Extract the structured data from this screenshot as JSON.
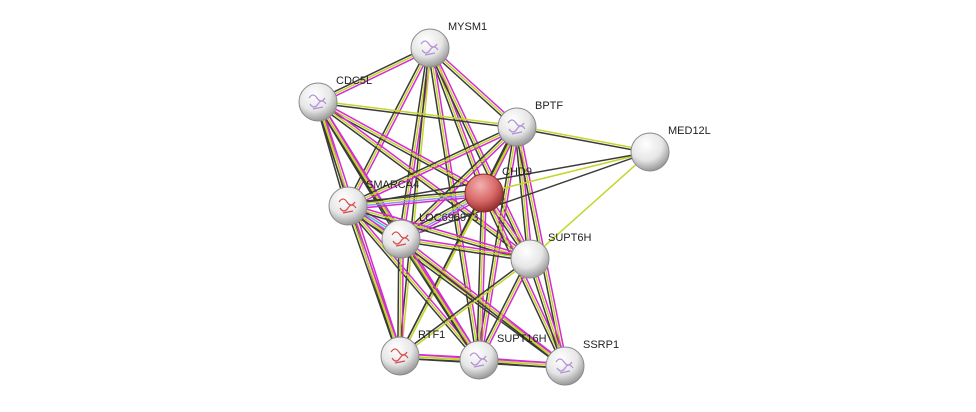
{
  "evidence_colors": {
    "e": "#d42ad4",
    "t": "#c4d62a",
    "c": "#3a3a3a",
    "d": "#3cc8c8",
    "h": "#8f8fff"
  },
  "nodes": [
    {
      "id": "MYSM1",
      "color": "#ffffff",
      "structure": "#b38fd6"
    },
    {
      "id": "CDC5L",
      "color": "#ffffff",
      "structure": "#b38fd6"
    },
    {
      "id": "BPTF",
      "color": "#ffffff",
      "structure": "#b38fd6"
    },
    {
      "id": "MED12L",
      "color": "#ffffff",
      "structure": ""
    },
    {
      "id": "CHD9",
      "color": "#e06060",
      "structure": ""
    },
    {
      "id": "SMARCA4",
      "color": "#ffffff",
      "structure": "#d84c4c"
    },
    {
      "id": "LOC696973",
      "color": "#ffffff",
      "structure": "#d84c4c"
    },
    {
      "id": "SUPT6H",
      "color": "#ffffff",
      "structure": ""
    },
    {
      "id": "RTF1",
      "color": "#ffffff",
      "structure": "#d84c4c"
    },
    {
      "id": "SUPT16H",
      "color": "#ffffff",
      "structure": "#b38fd6"
    },
    {
      "id": "SSRP1",
      "color": "#ffffff",
      "structure": "#b38fd6"
    }
  ],
  "edges": [
    [
      "MYSM1",
      "CDC5L",
      "etc"
    ],
    [
      "MYSM1",
      "BPTF",
      "etc"
    ],
    [
      "MYSM1",
      "CHD9",
      "etc"
    ],
    [
      "MYSM1",
      "SMARCA4",
      "etc"
    ],
    [
      "MYSM1",
      "LOC696973",
      "etc"
    ],
    [
      "MYSM1",
      "SUPT6H",
      "etc"
    ],
    [
      "MYSM1",
      "RTF1",
      "tc"
    ],
    [
      "MYSM1",
      "SUPT16H",
      "etc"
    ],
    [
      "CDC5L",
      "BPTF",
      "tc"
    ],
    [
      "CDC5L",
      "CHD9",
      "etc"
    ],
    [
      "CDC5L",
      "SMARCA4",
      "etc"
    ],
    [
      "CDC5L",
      "LOC696973",
      "etc"
    ],
    [
      "CDC5L",
      "SUPT6H",
      "etc"
    ],
    [
      "CDC5L",
      "RTF1",
      "etc"
    ],
    [
      "CDC5L",
      "SUPT16H",
      "etc"
    ],
    [
      "BPTF",
      "MED12L",
      "tc"
    ],
    [
      "BPTF",
      "CHD9",
      "etc"
    ],
    [
      "BPTF",
      "SMARCA4",
      "etc"
    ],
    [
      "BPTF",
      "LOC696973",
      "etc"
    ],
    [
      "BPTF",
      "SUPT6H",
      "etc"
    ],
    [
      "BPTF",
      "RTF1",
      "tc"
    ],
    [
      "BPTF",
      "SUPT16H",
      "etc"
    ],
    [
      "BPTF",
      "SSRP1",
      "etc"
    ],
    [
      "MED12L",
      "CHD9",
      "t"
    ],
    [
      "MED12L",
      "SMARCA4",
      "c"
    ],
    [
      "MED12L",
      "LOC696973",
      "c"
    ],
    [
      "MED12L",
      "SUPT6H",
      "t"
    ],
    [
      "CHD9",
      "SMARCA4",
      "ehtc"
    ],
    [
      "CHD9",
      "LOC696973",
      "ehtc"
    ],
    [
      "CHD9",
      "SUPT6H",
      "etc"
    ],
    [
      "CHD9",
      "RTF1",
      "tc"
    ],
    [
      "CHD9",
      "SUPT16H",
      "etc"
    ],
    [
      "CHD9",
      "SSRP1",
      "etc"
    ],
    [
      "SMARCA4",
      "LOC696973",
      "edhtc"
    ],
    [
      "SMARCA4",
      "SUPT6H",
      "etc"
    ],
    [
      "SMARCA4",
      "RTF1",
      "etc"
    ],
    [
      "SMARCA4",
      "SUPT16H",
      "etc"
    ],
    [
      "SMARCA4",
      "SSRP1",
      "etc"
    ],
    [
      "LOC696973",
      "SUPT6H",
      "etc"
    ],
    [
      "LOC696973",
      "RTF1",
      "etc"
    ],
    [
      "LOC696973",
      "SUPT16H",
      "etc"
    ],
    [
      "LOC696973",
      "SSRP1",
      "etc"
    ],
    [
      "SUPT6H",
      "RTF1",
      "tc"
    ],
    [
      "SUPT6H",
      "SUPT16H",
      "etc"
    ],
    [
      "SUPT6H",
      "SSRP1",
      "etc"
    ],
    [
      "RTF1",
      "SUPT16H",
      "etc"
    ],
    [
      "RTF1",
      "SSRP1",
      "etc"
    ],
    [
      "SUPT16H",
      "SSRP1",
      "etc"
    ]
  ]
}
